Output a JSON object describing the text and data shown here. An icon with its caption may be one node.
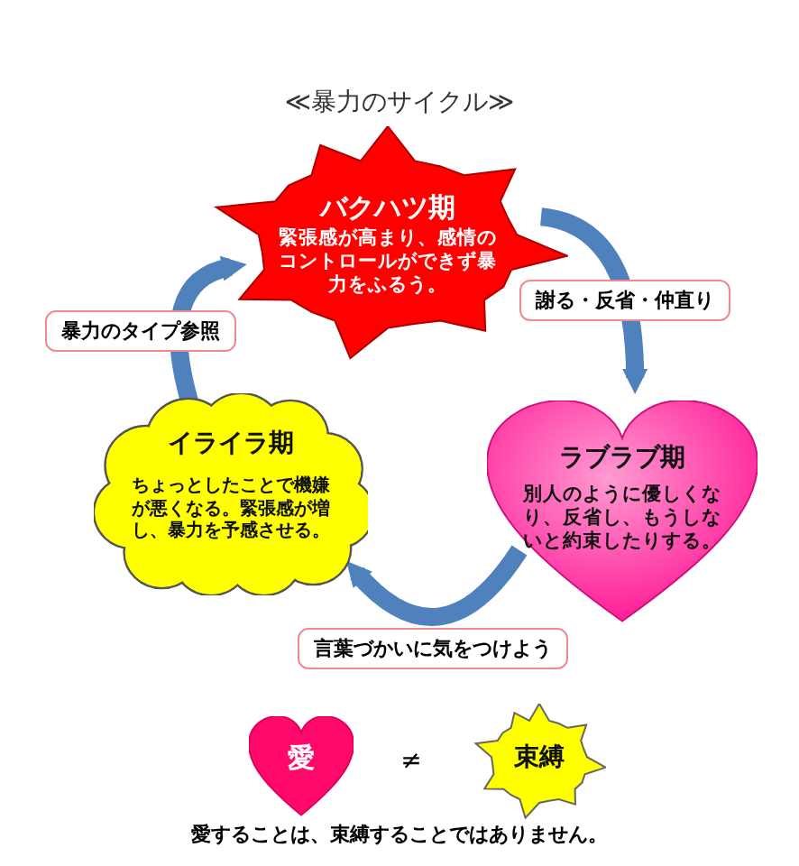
{
  "diagram": {
    "title": "≪暴力のサイクル≫",
    "nodes": [
      {
        "text": [
          "バクハツ期",
          "緊張感が高まり、感情のコントロールができず暴力をふるう。"
        ]
      },
      {
        "text": [
          "ラブラブ期",
          "別人のように優しくなり、反省し、もうしないと約束したりする。"
        ]
      },
      {
        "text": [
          "イライラ期",
          "ちょっとしたことで機嫌が悪くなる。緊張感が増し、暴力を予感させる。"
        ]
      },
      {
        "text": [
          "愛"
        ]
      },
      {
        "text": [
          "束縛"
        ]
      }
    ],
    "edges": [
      {
        "from": 0,
        "to": 1,
        "arrow": "to",
        "label": "謝る・反省・仲直り"
      },
      {
        "from": 1,
        "to": 2,
        "arrow": "to",
        "label": "言葉づかいに気をつけよう"
      },
      {
        "from": 2,
        "to": 0,
        "arrow": "to",
        "label": "暴力のタイプ参照"
      }
    ],
    "labels": [
      "≠",
      "愛することは、束縛することではありません。"
    ]
  }
}
